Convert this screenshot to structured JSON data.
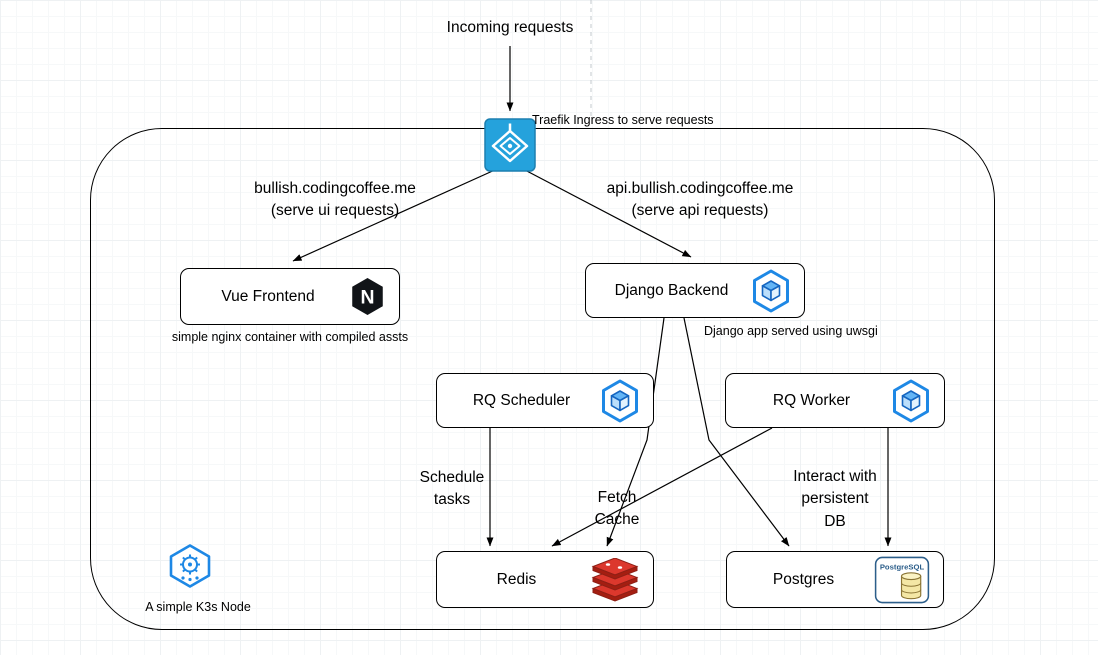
{
  "labels": {
    "incoming": "Incoming requests",
    "traefik_caption": "Traefik Ingress to serve requests",
    "route_ui": "bullish.codingcoffee.me\n(serve ui requests)",
    "route_api": "api.bullish.codingcoffee.me\n(serve api requests)",
    "k3s_note": "A simple K3s Node"
  },
  "nodes": {
    "vue_frontend": {
      "label": "Vue Frontend",
      "icon": "nginx-icon",
      "note": "simple nginx container with compiled assts"
    },
    "django_backend": {
      "label": "Django Backend",
      "icon": "pod-icon",
      "note": "Django app served using uwsgi"
    },
    "rq_scheduler": {
      "label": "RQ Scheduler",
      "icon": "pod-icon"
    },
    "rq_worker": {
      "label": "RQ Worker",
      "icon": "pod-icon"
    },
    "redis": {
      "label": "Redis",
      "icon": "redis-icon"
    },
    "postgres": {
      "label": "Postgres",
      "icon": "postgresql-icon",
      "icon_text": "PostgreSQL"
    }
  },
  "edges": {
    "incoming_to_traefik": {
      "from": "incoming-requests",
      "to": "traefik-ingress"
    },
    "traefik_to_vue": {
      "from": "traefik-ingress",
      "to": "vue-frontend"
    },
    "traefik_to_django": {
      "from": "traefik-ingress",
      "to": "django-backend"
    },
    "scheduler_to_redis": {
      "from": "rq-scheduler",
      "to": "redis",
      "label": "Schedule\ntasks"
    },
    "django_to_redis": {
      "from": "django-backend",
      "to": "redis",
      "label": "Fetch\nCache"
    },
    "django_to_postgres": {
      "from": "django-backend",
      "to": "postgres"
    },
    "worker_to_redis": {
      "from": "rq-worker",
      "to": "redis"
    },
    "worker_to_postgres": {
      "from": "rq-worker",
      "to": "postgres",
      "label": "Interact with\npersistent\nDB"
    }
  },
  "colors": {
    "edge": "#000000",
    "node_border": "#000000",
    "pod_blue": "#1E88E5",
    "traefik_blue": "#25A2DC",
    "nginx_black": "#111418",
    "redis_red": "#DC382D",
    "redis_dark_red": "#A41E11",
    "postgres_blue": "#2C5E8A",
    "k3s_blue": "#1E88E5"
  }
}
